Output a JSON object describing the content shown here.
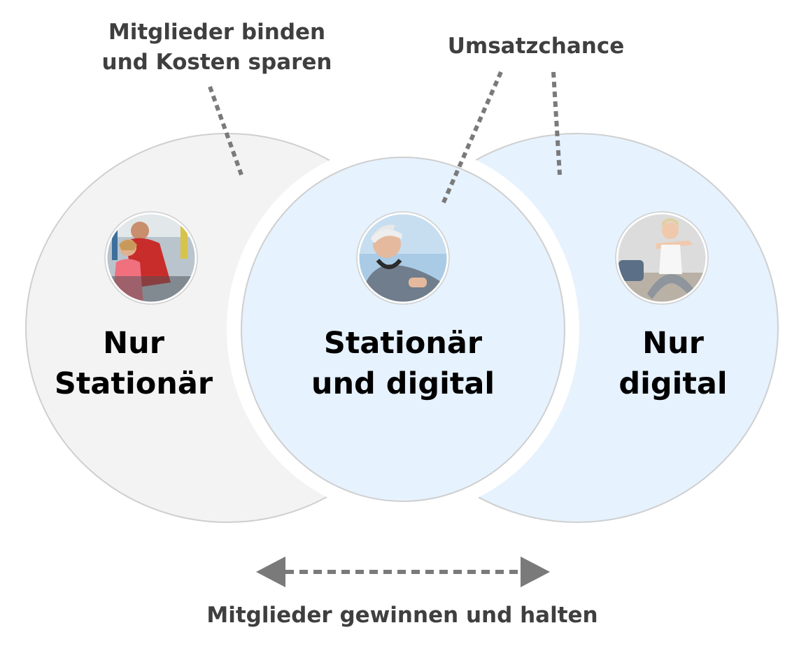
{
  "callouts": {
    "retain": {
      "line1": "Mitglieder binden",
      "line2": "und Kosten sparen"
    },
    "revenue": "Umsatzchance",
    "acquire": "Mitglieder gewinnen und halten"
  },
  "regions": {
    "left": {
      "line1": "Nur",
      "line2": "Stationär",
      "photo_icon": "couple-gym-photo-icon"
    },
    "center": {
      "line1": "Stationär",
      "line2": "und digital",
      "photo_icon": "woman-with-headphones-photo-icon"
    },
    "right": {
      "line1": "Nur",
      "line2": "digital",
      "photo_icon": "woman-home-workout-photo-icon"
    }
  },
  "colors": {
    "left_fill": "#f3f3f3",
    "right_fill": "#e6f2fd",
    "outline": "#cfcfcf",
    "leader": "#7a7a7a",
    "callout_text": "#3f3f3f",
    "region_text": "#000000"
  }
}
